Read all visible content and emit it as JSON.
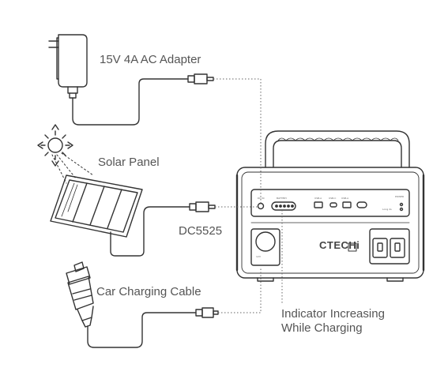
{
  "labels": {
    "ac_adapter": "15V 4A AC Adapter",
    "solar_panel": "Solar Panel",
    "dc_port": "DC5525",
    "car_cable": "Car Charging Cable",
    "indicator_line1": "Indicator Increasing",
    "indicator_line2": "While Charging"
  },
  "device": {
    "brand": "CTECHi"
  },
  "colors": {
    "line": "#333333",
    "text": "#555555",
    "dotted": "#666666"
  }
}
